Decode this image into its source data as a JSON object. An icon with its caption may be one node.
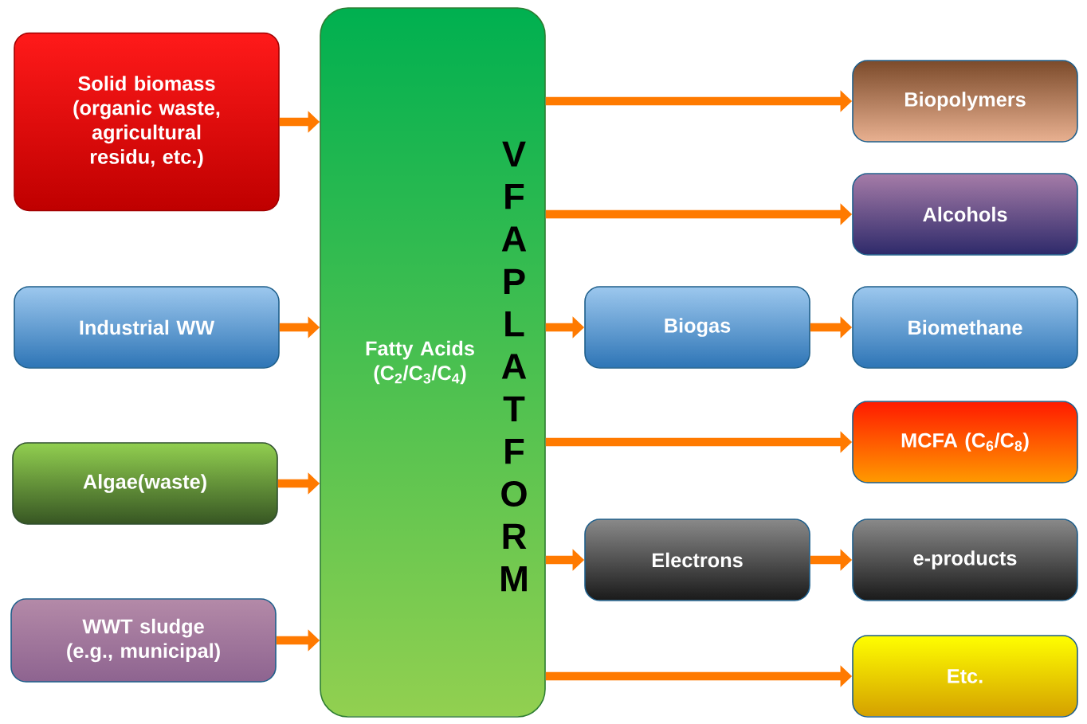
{
  "diagram": {
    "nodes": [
      {
        "text": [
          "Solid biomass (organic waste, agricultural residu, etc.)"
        ]
      },
      {
        "text": [
          "Industrial WW"
        ]
      },
      {
        "text": [
          "Algae(waste)"
        ]
      },
      {
        "text": [
          "WWT sludge (e.g., municipal)"
        ]
      },
      {
        "text": [
          "Fatty Acids (C$_{2}$/C$_{3}$/C$_{4}$)",
          "VFA PLATFORM"
        ]
      },
      {
        "text": [
          "Biopolymers"
        ]
      },
      {
        "text": [
          "Alcohols"
        ]
      },
      {
        "text": [
          "Biogas"
        ]
      },
      {
        "text": [
          "Biomethane"
        ]
      },
      {
        "text": [
          "MCFA (C$_{6}$/C$_{8}$)"
        ]
      },
      {
        "text": [
          "Electrons"
        ]
      },
      {
        "text": [
          "e-products"
        ]
      },
      {
        "text": [
          "Etc."
        ]
      }
    ],
    "edges": [
      {
        "from": 0,
        "to": 4,
        "arrow": "to"
      },
      {
        "from": 1,
        "to": 4,
        "arrow": "to"
      },
      {
        "from": 2,
        "to": 4,
        "arrow": "to"
      },
      {
        "from": 3,
        "to": 4,
        "arrow": "to"
      },
      {
        "from": 4,
        "to": 5,
        "arrow": "to"
      },
      {
        "from": 4,
        "to": 6,
        "arrow": "to"
      },
      {
        "from": 4,
        "to": 7,
        "arrow": "to"
      },
      {
        "from": 7,
        "to": 8,
        "arrow": "to"
      },
      {
        "from": 4,
        "to": 9,
        "arrow": "to"
      },
      {
        "from": 4,
        "to": 10,
        "arrow": "to"
      },
      {
        "from": 10,
        "to": 11,
        "arrow": "to"
      },
      {
        "from": 4,
        "to": 12,
        "arrow": "to"
      }
    ]
  }
}
